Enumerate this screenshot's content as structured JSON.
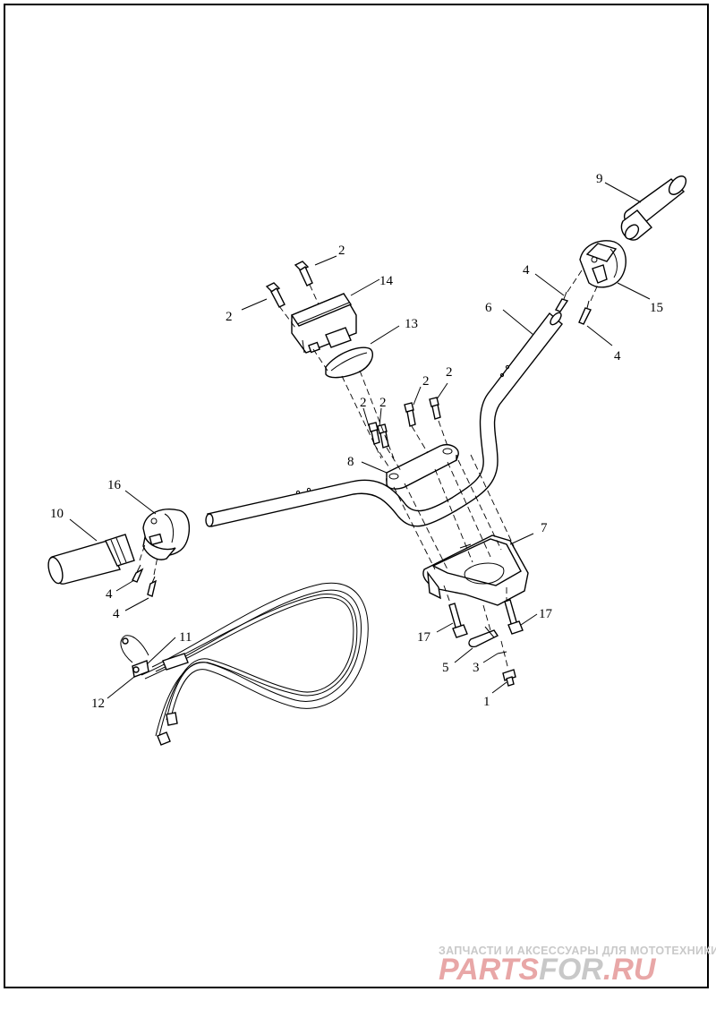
{
  "callouts": [
    {
      "id": "c1",
      "text": "1"
    },
    {
      "id": "c2a",
      "text": "2"
    },
    {
      "id": "c2b",
      "text": "2"
    },
    {
      "id": "c2c",
      "text": "2"
    },
    {
      "id": "c2d",
      "text": "2"
    },
    {
      "id": "c2e",
      "text": "2"
    },
    {
      "id": "c2f",
      "text": "2"
    },
    {
      "id": "c3",
      "text": "3"
    },
    {
      "id": "c4a",
      "text": "4"
    },
    {
      "id": "c4b",
      "text": "4"
    },
    {
      "id": "c4c",
      "text": "4"
    },
    {
      "id": "c4d",
      "text": "4"
    },
    {
      "id": "c5",
      "text": "5"
    },
    {
      "id": "c6",
      "text": "6"
    },
    {
      "id": "c7",
      "text": "7"
    },
    {
      "id": "c8",
      "text": "8"
    },
    {
      "id": "c9",
      "text": "9"
    },
    {
      "id": "c10",
      "text": "10"
    },
    {
      "id": "c11",
      "text": "11"
    },
    {
      "id": "c12",
      "text": "12"
    },
    {
      "id": "c13",
      "text": "13"
    },
    {
      "id": "c14",
      "text": "14"
    },
    {
      "id": "c15",
      "text": "15"
    },
    {
      "id": "c16",
      "text": "16"
    },
    {
      "id": "c17a",
      "text": "17"
    },
    {
      "id": "c17b",
      "text": "17"
    }
  ],
  "watermark": {
    "tagline": "ЗАПЧАСТИ И АКСЕССУАРЫ ДЛЯ МОТОТЕХНИКИ",
    "logo_part1": "PARTS",
    "logo_part2": "FOR",
    "logo_part3": ".RU",
    "color_primary": "#e8a7a7",
    "color_secondary": "#c8c8c8"
  }
}
